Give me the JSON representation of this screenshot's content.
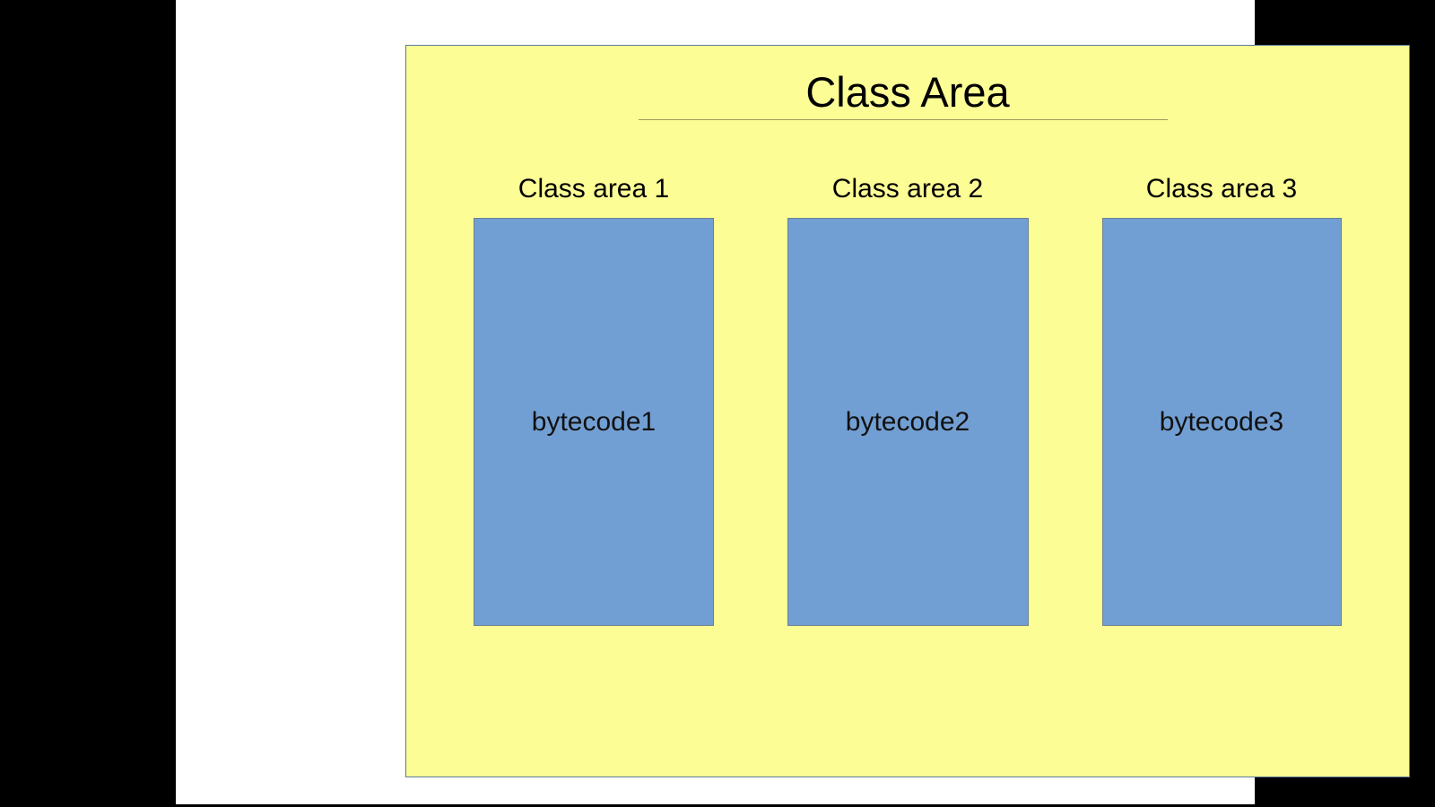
{
  "slide": {
    "title": "Class Area",
    "background_color": "#fdfd96",
    "border_color": "#5a7a9c",
    "page_background": "#ffffff",
    "stage_background": "#000000",
    "title_rule_color": "#9a9a5e"
  },
  "columns": [
    {
      "label": "Class area 1",
      "bytecode": "bytecode1",
      "box_color": "#729fd3",
      "box_border_color": "#6a7f92"
    },
    {
      "label": "Class area 2",
      "bytecode": "bytecode2",
      "box_color": "#729fd3",
      "box_border_color": "#6a7f92"
    },
    {
      "label": "Class area 3",
      "bytecode": "bytecode3",
      "box_color": "#729fd3",
      "box_border_color": "#6a7f92"
    }
  ]
}
